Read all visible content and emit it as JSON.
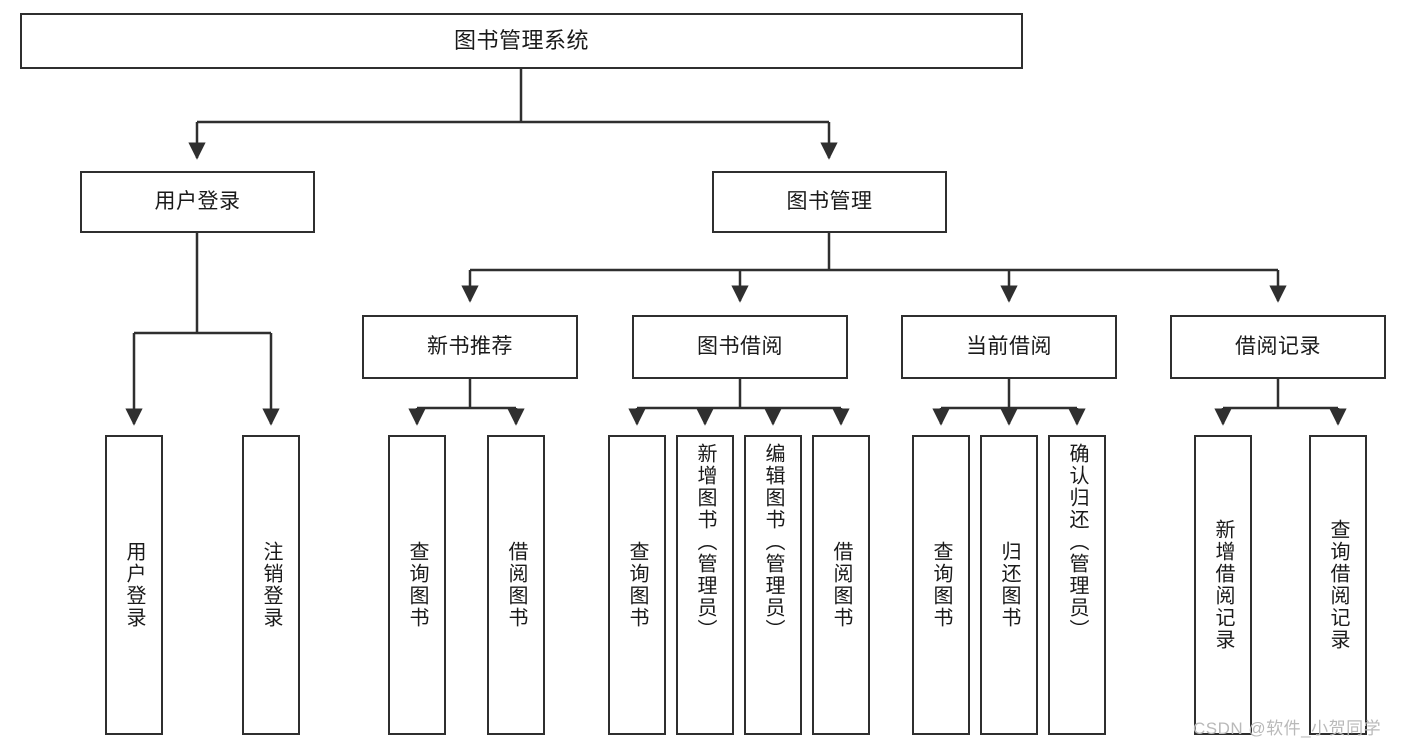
{
  "diagram": {
    "title": "图书管理系统",
    "type": "tree-hierarchy-chart",
    "root": {
      "label": "图书管理系统"
    },
    "level1": [
      {
        "id": "user-login",
        "label": "用户登录"
      },
      {
        "id": "book-management",
        "label": "图书管理"
      }
    ],
    "level2": [
      {
        "id": "new-book-recommend",
        "label": "新书推荐"
      },
      {
        "id": "book-borrow",
        "label": "图书借阅"
      },
      {
        "id": "current-borrow",
        "label": "当前借阅"
      },
      {
        "id": "borrow-record",
        "label": "借阅记录"
      }
    ],
    "leaves": {
      "user_login": [
        {
          "id": "leaf-user-login",
          "label": "用户登录"
        },
        {
          "id": "leaf-logout-login",
          "label": "注销登录"
        }
      ],
      "new_book_recommend": [
        {
          "id": "leaf-query-book-1",
          "label": "查询图书"
        },
        {
          "id": "leaf-borrow-book-1",
          "label": "借阅图书"
        }
      ],
      "book_borrow": [
        {
          "id": "leaf-query-book-2",
          "label": "查询图书"
        },
        {
          "id": "leaf-add-book",
          "label": "新增图书（管理员）"
        },
        {
          "id": "leaf-edit-book",
          "label": "编辑图书（管理员）"
        },
        {
          "id": "leaf-borrow-book-2",
          "label": "借阅图书"
        }
      ],
      "current_borrow": [
        {
          "id": "leaf-query-book-3",
          "label": "查询图书"
        },
        {
          "id": "leaf-return-book",
          "label": "归还图书"
        },
        {
          "id": "leaf-confirm-return",
          "label": "确认归还（管理员）"
        }
      ],
      "borrow_record": [
        {
          "id": "leaf-add-record",
          "label": "新增借阅记录"
        },
        {
          "id": "leaf-query-record",
          "label": "查询借阅记录"
        }
      ]
    }
  },
  "watermark": {
    "text": "CSDN @软件_小贺同学"
  },
  "colors": {
    "stroke": "#2f2f2f",
    "background": "#ffffff",
    "text": "#1a1a1a",
    "watermark": "#b9b9b9"
  }
}
